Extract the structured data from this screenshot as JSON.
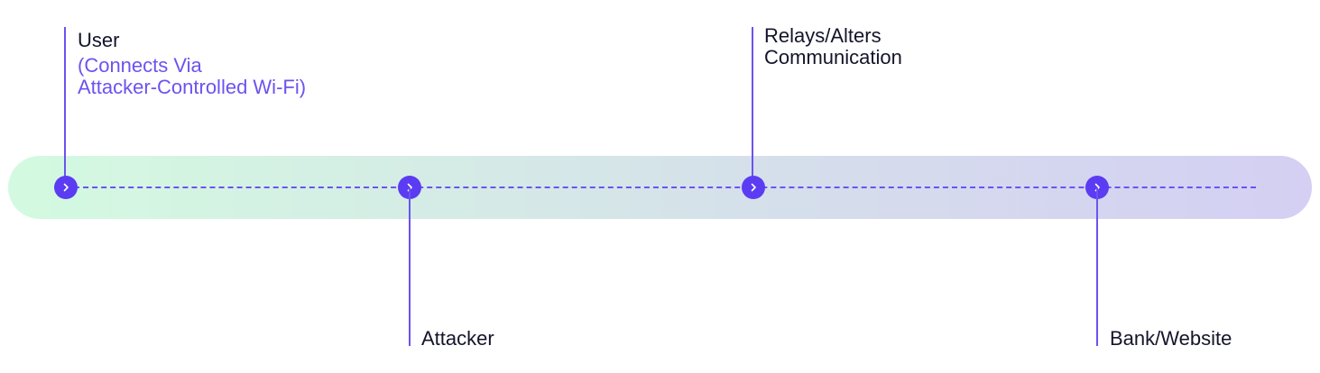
{
  "colors": {
    "accent": "#5b3cf2",
    "line": "#6b53f0",
    "text": "#14142b",
    "track_start": "#d3fae0",
    "track_end": "#d4cff3"
  },
  "steps": [
    {
      "title": "User",
      "subtitle_line1": "(Connects Via",
      "subtitle_line2": "Attacker-Controlled Wi-Fi)",
      "icon": "chevron-right-icon"
    },
    {
      "title": "Attacker",
      "icon": "chevron-right-icon"
    },
    {
      "title_line1": "Relays/Alters",
      "title_line2": "Communication",
      "icon": "chevron-right-icon"
    },
    {
      "title": "Bank/Website",
      "icon": "chevron-right-icon"
    }
  ]
}
